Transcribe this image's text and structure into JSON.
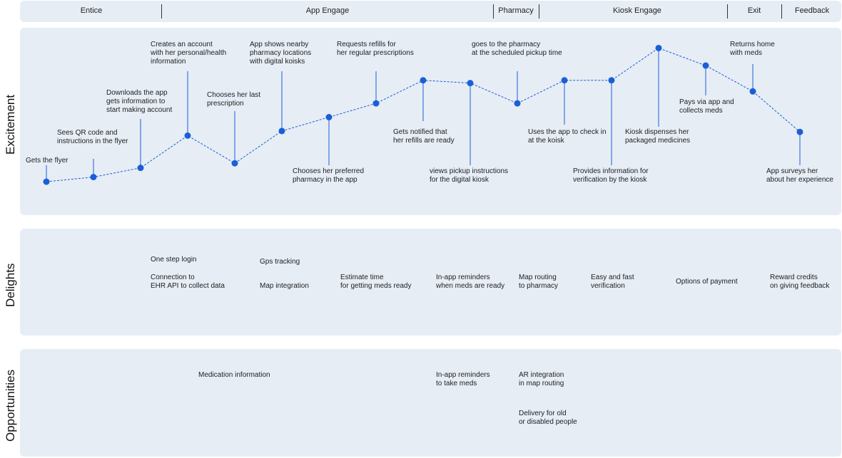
{
  "colors": {
    "panel": "#e6edf5",
    "accent": "#1a5fd6",
    "leader": "#1a5fd6"
  },
  "phases": [
    {
      "label": "Entice"
    },
    {
      "label": "App Engage"
    },
    {
      "label": "Pharmacy"
    },
    {
      "label": "Kiosk Engage"
    },
    {
      "label": "Exit"
    },
    {
      "label": "Feedback"
    }
  ],
  "rows": {
    "excitement": "Excitement",
    "delights": "Delights",
    "opportunities": "Opportunities"
  },
  "journey_steps": [
    "Gets the flyer",
    "Sees QR code and\ninstructions in the flyer",
    "Downloads the app\ngets information to\nstart making account",
    "Creates an account\nwith her personal/health\ninformation",
    "Chooses her last\nprescription",
    "App shows nearby\npharmacy locations\nwith digital koisks",
    "Chooses her preferred\npharmacy in the app",
    "Requests refills for\nher regular prescriptions",
    "Gets notified that\nher refills are ready",
    "views pickup instructions\nfor the digital kiosk",
    "goes to the pharmacy\nat the scheduled pickup time",
    "Uses the app to check in\nat the koisk",
    "Provides information for\nverification by the kiosk",
    "Kiosk dispenses her\npackaged medicines",
    "Pays via app and\ncollects meds",
    "Returns home\nwith meds",
    "App surveys her\nabout her experience"
  ],
  "chart_data": {
    "type": "line",
    "x": [
      1,
      2,
      3,
      4,
      5,
      6,
      7,
      8,
      9,
      10,
      11,
      12,
      13,
      14,
      15,
      16,
      17
    ],
    "series": [
      {
        "values": [
          1,
          1.5,
          2.5,
          6,
          3,
          6.5,
          8,
          9.5,
          12,
          11.7,
          9.5,
          12,
          12,
          15.5,
          13.6,
          10.8,
          6.4
        ]
      }
    ],
    "ylim": [
      0,
      16
    ],
    "grid": false,
    "legend": "none"
  },
  "delights": [
    "One step login",
    "Connection to\nEHR API to collect data",
    "Gps tracking",
    "Map integration",
    "Estimate time\nfor getting meds ready",
    "In-app reminders\nwhen meds are ready",
    "Map routing\nto pharmacy",
    "Easy and fast\nverification",
    "Options of payment",
    "Reward credits\non giving feedback"
  ],
  "opportunities": [
    "Medication information",
    "In-app reminders\nto take meds",
    "AR integration\nin map routing",
    "Delivery for old\nor disabled people"
  ]
}
